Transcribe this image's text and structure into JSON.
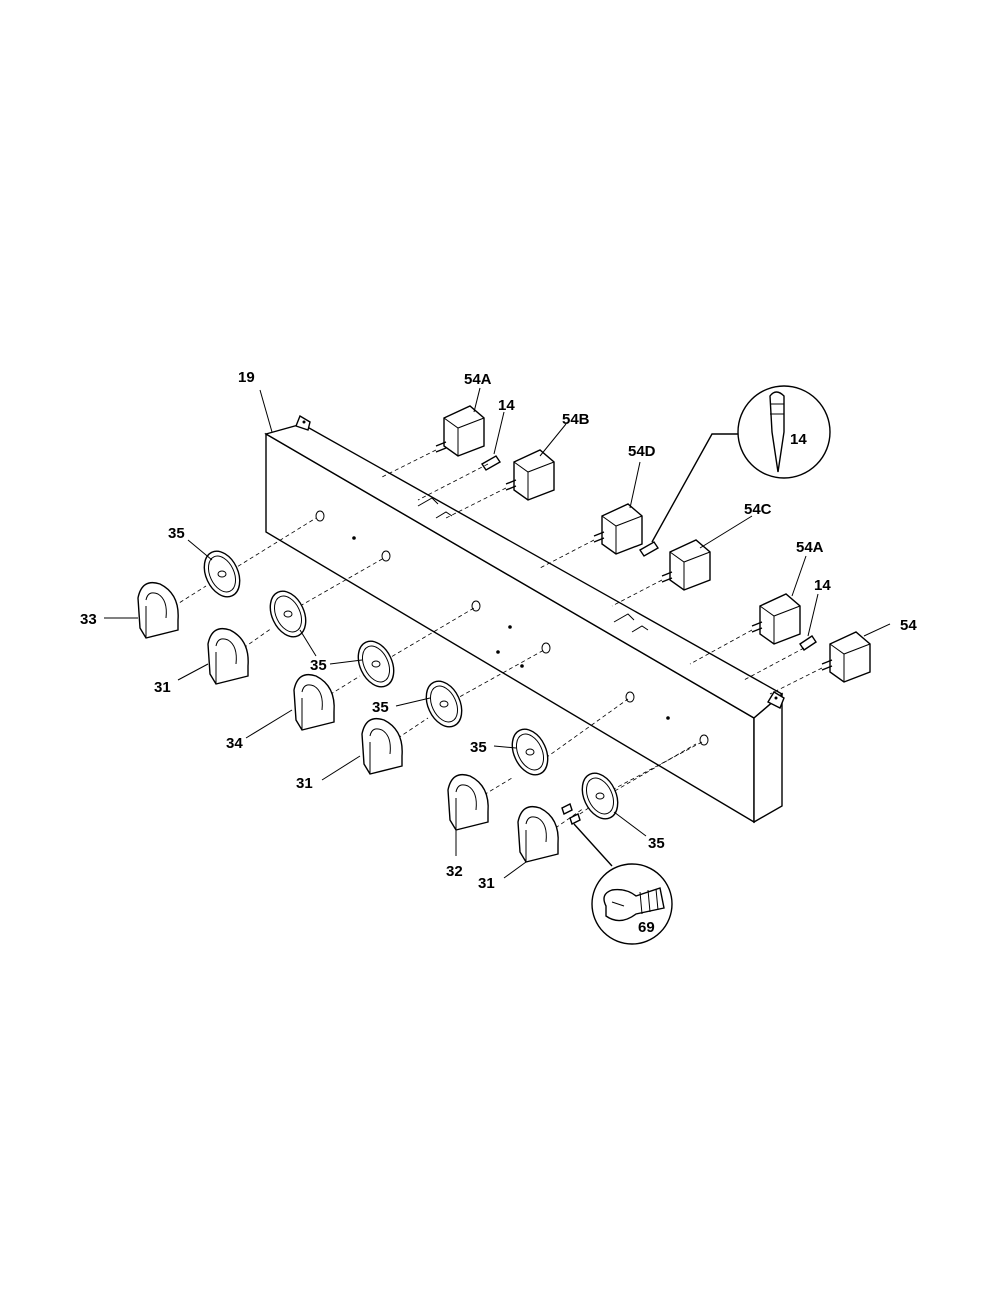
{
  "labels": {
    "panel": "19",
    "switch_a_top": "54A",
    "pin_top": "14",
    "switch_b": "54B",
    "switch_d": "54D",
    "pin_detail": "14",
    "switch_c": "54C",
    "switch_a_right": "54A",
    "pin_right": "14",
    "switch_54": "54",
    "bezel_1": "35",
    "bezel_2": "35",
    "bezel_3": "35",
    "bezel_4": "35",
    "bezel_5": "35",
    "bezel_6": "35",
    "knob_33": "33",
    "knob_31_a": "31",
    "knob_34": "34",
    "knob_31_b": "31",
    "knob_32": "32",
    "knob_31_c": "31",
    "screw_detail": "69"
  }
}
